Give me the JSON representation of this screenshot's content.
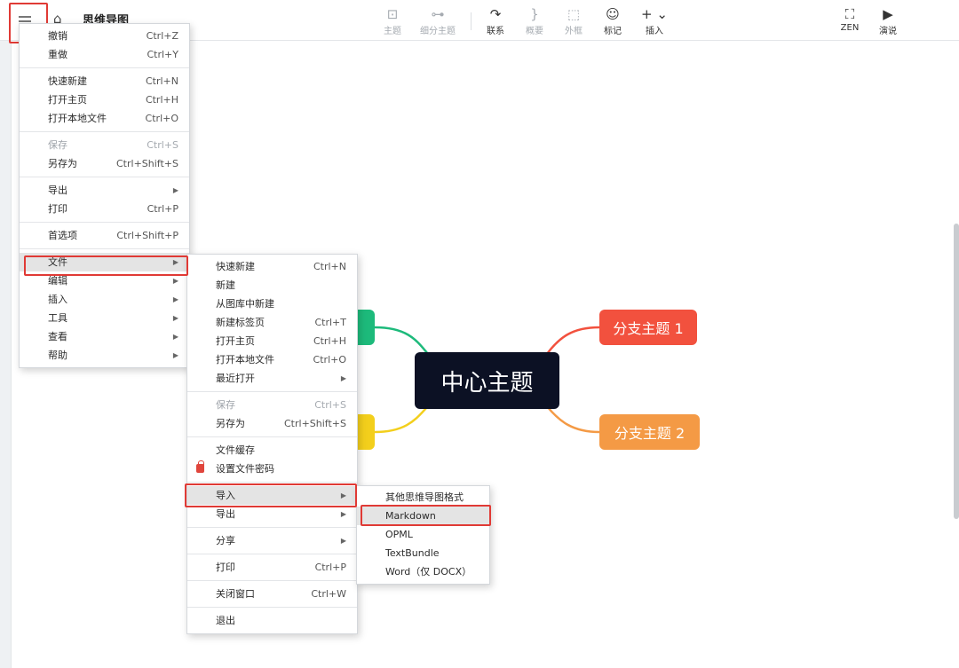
{
  "header": {
    "title": "思维导图"
  },
  "toolbar": {
    "items": [
      {
        "label": "主题",
        "icon": "topic-icon",
        "glyph": "⊡",
        "enabled": false
      },
      {
        "label": "细分主题",
        "icon": "subtopic-icon",
        "glyph": "⊶",
        "enabled": false
      },
      {
        "label": "联系",
        "icon": "relationship-icon",
        "glyph": "↷",
        "enabled": true
      },
      {
        "label": "概要",
        "icon": "summary-icon",
        "glyph": "}",
        "enabled": false
      },
      {
        "label": "外框",
        "icon": "boundary-icon",
        "glyph": "⬚",
        "enabled": false
      },
      {
        "label": "标记",
        "icon": "marker-icon",
        "glyph": "☺",
        "enabled": true
      },
      {
        "label": "插入",
        "icon": "insert-icon",
        "glyph": "+ ⌄",
        "enabled": true
      },
      {
        "label": "ZEN",
        "icon": "zen-icon",
        "glyph": "⛶",
        "enabled": true
      },
      {
        "label": "演说",
        "icon": "pitch-icon",
        "glyph": "▶",
        "enabled": true
      }
    ]
  },
  "mindmap": {
    "center": "中心主题",
    "branch1": "分支主题 1",
    "branch2": "分支主题 2"
  },
  "main_menu": {
    "items": [
      {
        "label": "撤销",
        "shortcut": "Ctrl+Z"
      },
      {
        "label": "重做",
        "shortcut": "Ctrl+Y"
      },
      {
        "label": "快速新建",
        "shortcut": "Ctrl+N"
      },
      {
        "label": "打开主页",
        "shortcut": "Ctrl+H"
      },
      {
        "label": "打开本地文件",
        "shortcut": "Ctrl+O"
      },
      {
        "label": "保存",
        "shortcut": "Ctrl+S"
      },
      {
        "label": "另存为",
        "shortcut": "Ctrl+Shift+S"
      },
      {
        "label": "导出",
        "shortcut": ""
      },
      {
        "label": "打印",
        "shortcut": "Ctrl+P"
      },
      {
        "label": "首选项",
        "shortcut": "Ctrl+Shift+P"
      },
      {
        "label": "文件",
        "shortcut": ""
      },
      {
        "label": "编辑",
        "shortcut": ""
      },
      {
        "label": "插入",
        "shortcut": ""
      },
      {
        "label": "工具",
        "shortcut": ""
      },
      {
        "label": "查看",
        "shortcut": ""
      },
      {
        "label": "帮助",
        "shortcut": ""
      }
    ]
  },
  "file_menu": {
    "items": [
      {
        "label": "快速新建",
        "shortcut": "Ctrl+N"
      },
      {
        "label": "新建",
        "shortcut": ""
      },
      {
        "label": "从图库中新建",
        "shortcut": ""
      },
      {
        "label": "新建标签页",
        "shortcut": "Ctrl+T"
      },
      {
        "label": "打开主页",
        "shortcut": "Ctrl+H"
      },
      {
        "label": "打开本地文件",
        "shortcut": "Ctrl+O"
      },
      {
        "label": "最近打开",
        "shortcut": ""
      },
      {
        "label": "保存",
        "shortcut": "Ctrl+S"
      },
      {
        "label": "另存为",
        "shortcut": "Ctrl+Shift+S"
      },
      {
        "label": "文件缓存",
        "shortcut": ""
      },
      {
        "label": "设置文件密码",
        "shortcut": ""
      },
      {
        "label": "导入",
        "shortcut": ""
      },
      {
        "label": "导出",
        "shortcut": ""
      },
      {
        "label": "分享",
        "shortcut": ""
      },
      {
        "label": "打印",
        "shortcut": "Ctrl+P"
      },
      {
        "label": "关闭窗口",
        "shortcut": "Ctrl+W"
      },
      {
        "label": "退出",
        "shortcut": ""
      }
    ]
  },
  "import_menu": {
    "items": [
      {
        "label": "其他思维导图格式"
      },
      {
        "label": "Markdown"
      },
      {
        "label": "OPML"
      },
      {
        "label": "TextBundle"
      },
      {
        "label": "Word（仅 DOCX）"
      }
    ]
  }
}
